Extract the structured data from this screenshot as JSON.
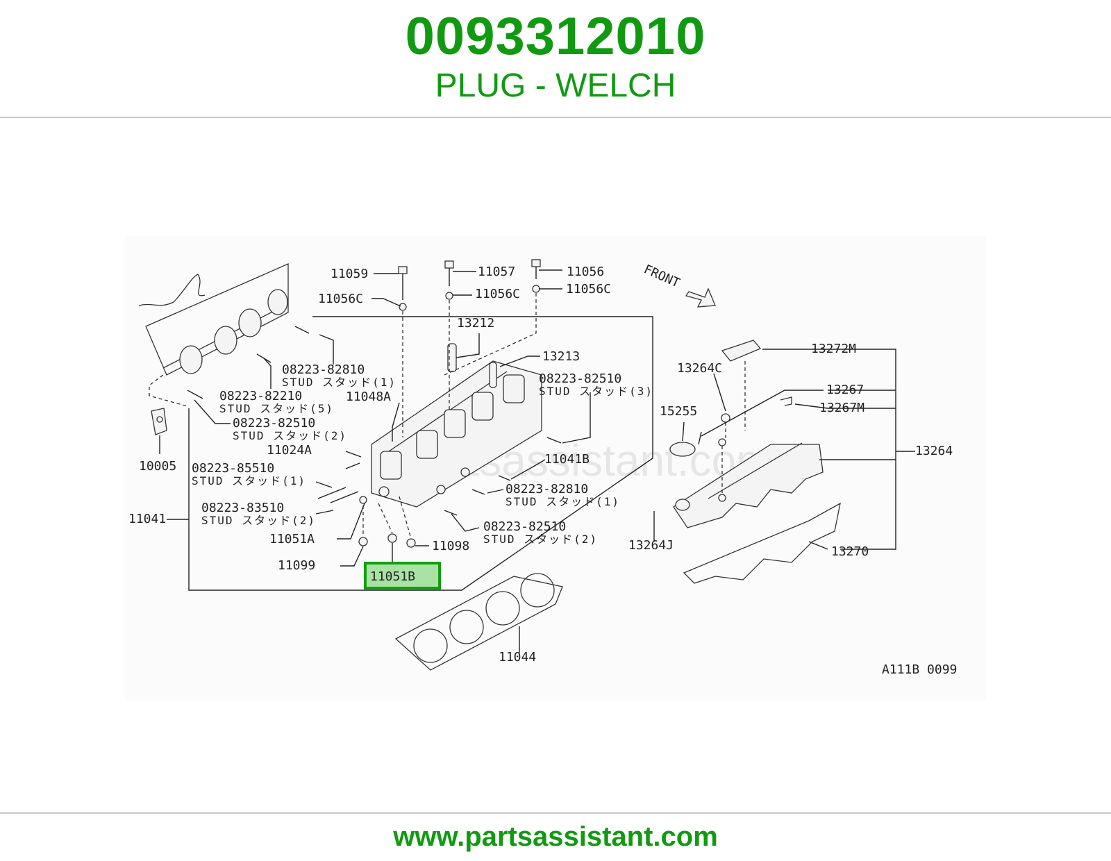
{
  "header": {
    "part_number": "0093312010",
    "description": "PLUG - WELCH"
  },
  "footer": {
    "url": "www.partsassistant.com"
  },
  "diagram": {
    "watermark": "partsassistant.com",
    "front_label": "FRONT",
    "figure_code": "A111B 0099",
    "highlighted_label": "11051B",
    "highlight_color": "#a9e3a4",
    "brand_color": "#119a11",
    "labels": {
      "p11059": "11059",
      "p11057": "11057",
      "p11056": "11056",
      "p11056c_a": "11056C",
      "p11056c_b": "11056C",
      "p11056c_c": "11056C",
      "p13212": "13212",
      "p13213": "13213",
      "p08223_82810_a": "08223-82810",
      "stud1_a": "STUD スタッド(1)",
      "p08223_82210": "08223-82210",
      "stud5": "STUD スタッド(5)",
      "p11048a": "11048A",
      "p08223_82510_a": "08223-82510",
      "stud2_a": "STUD スタッド(2)",
      "p08223_82510_b": "08223-82510",
      "stud3": "STUD スタッド(3)",
      "p11024a": "11024A",
      "p10005": "10005",
      "p08223_85510": "08223-85510",
      "stud1_b": "STUD スタッド(1)",
      "p11041b": "11041B",
      "p08223_82810_b": "08223-82810",
      "stud1_c": "STUD スタッド(1)",
      "p08223_83510": "08223-83510",
      "stud2_b": "STUD スタッド(2)",
      "p11041": "11041",
      "p11051a": "11051A",
      "p08223_82510_c": "08223-82510",
      "stud2_c": "STUD スタッド(2)",
      "p11098": "11098",
      "p11099": "11099",
      "p11044": "11044",
      "p13272m": "13272M",
      "p13264c": "13264C",
      "p13267": "13267",
      "p15255": "15255",
      "p13267m": "13267M",
      "p13264": "13264",
      "p13264j": "13264J",
      "p13270": "13270"
    }
  }
}
